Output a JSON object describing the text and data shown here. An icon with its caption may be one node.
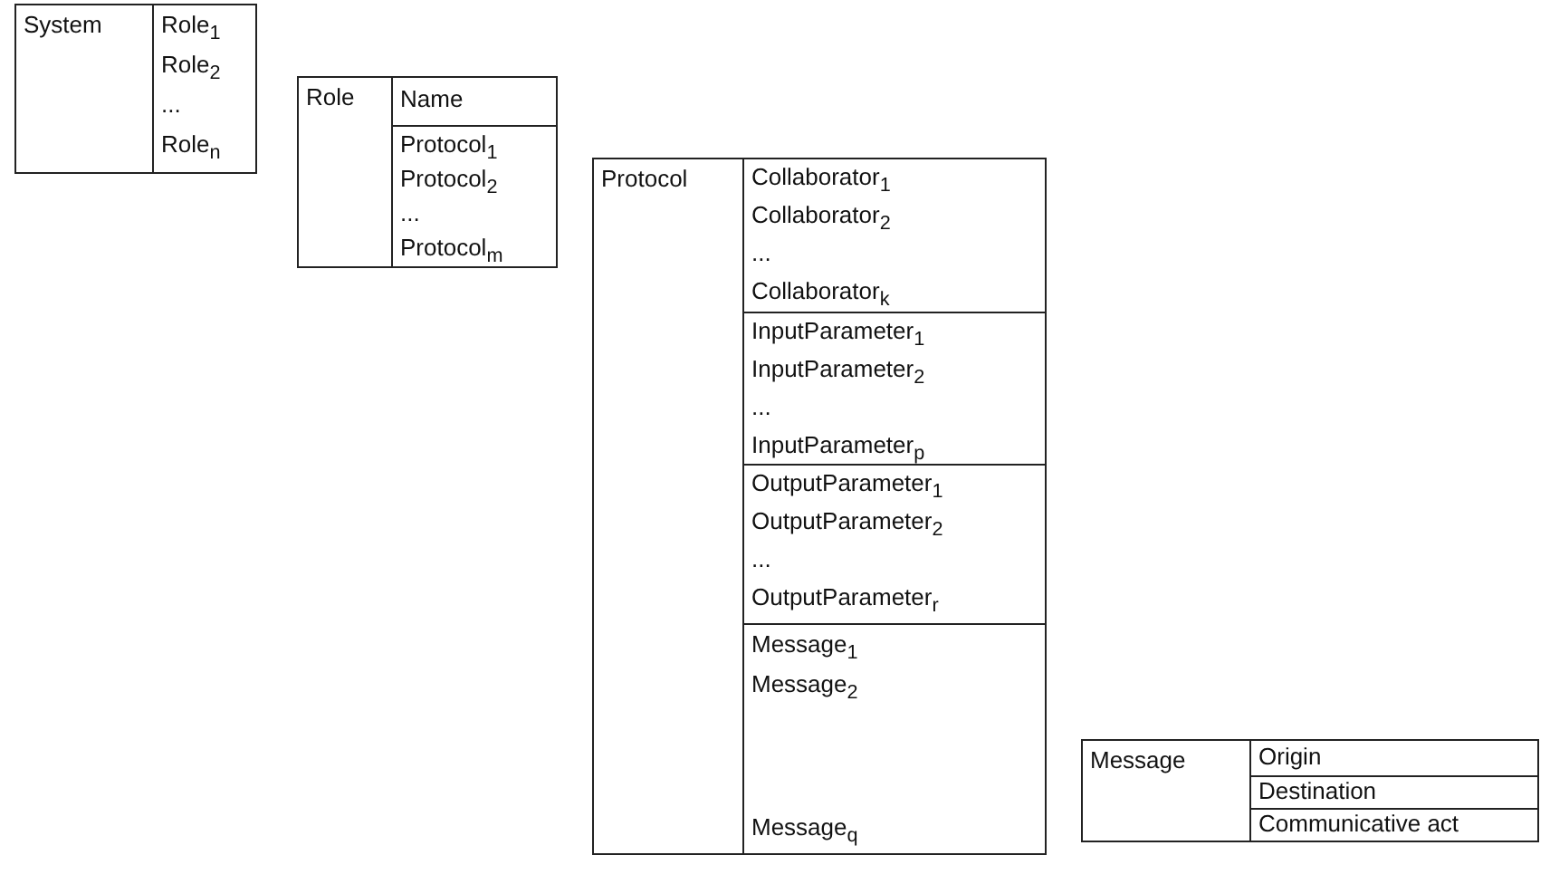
{
  "diagram": {
    "nodes": [
      {
        "text": [
          "System"
        ]
      },
      {
        "text": [
          "Role$_{1}$",
          "Role$_{2}$",
          "...",
          "Role$_{n}$"
        ]
      },
      {
        "text": [
          "Role"
        ]
      },
      {
        "text": [
          "Name"
        ]
      },
      {
        "text": [
          "Protocol$_{1}$",
          "Protocol$_{2}$",
          "...",
          "Protocol$_{m}$"
        ]
      },
      {
        "text": [
          "Protocol"
        ]
      },
      {
        "text": [
          "Collaborator$_{1}$",
          "Collaborator$_{2}$",
          "...",
          "Collaborator$_{k}$"
        ]
      },
      {
        "text": [
          "InputParameter$_{1}$",
          "InputParameter$_{2}$",
          "...",
          "InputParameter$_{p}$"
        ]
      },
      {
        "text": [
          "OutputParameter$_{1}$",
          "OutputParameter$_{2}$",
          "...",
          "OutputParameter$_{r}$"
        ]
      },
      {
        "text": [
          "Message$_{1}$",
          "Message$_{2}$",
          "Message$_{q}$"
        ]
      },
      {
        "text": [
          "Message"
        ]
      },
      {
        "text": [
          "Origin"
        ]
      },
      {
        "text": [
          "Destination"
        ]
      },
      {
        "text": [
          "Communicative act"
        ]
      }
    ]
  }
}
